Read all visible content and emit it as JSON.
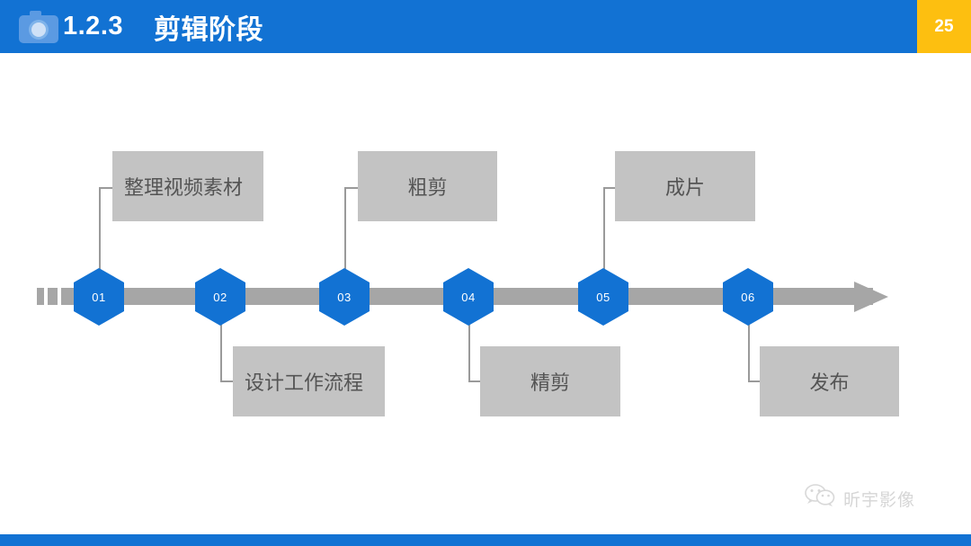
{
  "header": {
    "icon": "camera-icon",
    "number": "1.2.3",
    "title": "剪辑阶段",
    "page_number": "25",
    "bg_color": "#1272d3",
    "badge_color": "#fdbf10"
  },
  "timeline": {
    "accent_color": "#1272d3",
    "track_color": "#a6a6a6",
    "box_color": "#c3c3c3",
    "nodes": [
      {
        "id": "01",
        "label": "整理视频素材",
        "position": "top"
      },
      {
        "id": "02",
        "label": "设计工作流程",
        "position": "bottom"
      },
      {
        "id": "03",
        "label": "粗剪",
        "position": "top"
      },
      {
        "id": "04",
        "label": "精剪",
        "position": "bottom"
      },
      {
        "id": "05",
        "label": "成片",
        "position": "top"
      },
      {
        "id": "06",
        "label": "发布",
        "position": "bottom"
      }
    ]
  },
  "footer": {
    "watermark_icon": "wechat-icon",
    "watermark_text": "昕宇影像",
    "bar_color": "#1272d3"
  }
}
